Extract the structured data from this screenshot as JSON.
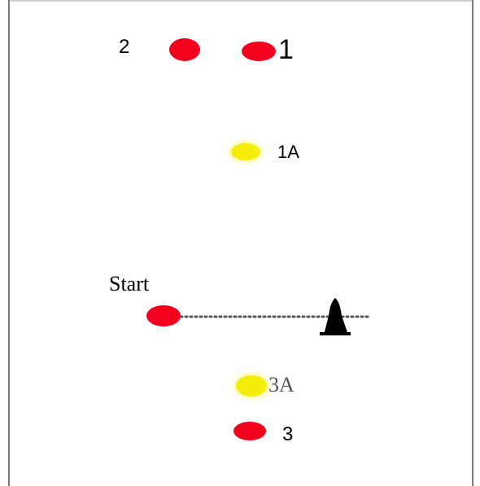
{
  "diagram": {
    "markers": [
      {
        "label": "2",
        "color": "#f2001d"
      },
      {
        "label": "1",
        "color": "#f2001d"
      },
      {
        "label": "1A",
        "color": "#f5ee0a"
      },
      {
        "label": "Start",
        "color": "#f2001d"
      },
      {
        "label": "3A",
        "color": "#f5ee0a"
      },
      {
        "label": "3",
        "color": "#f2001d"
      }
    ],
    "cone_icon": "cone-icon",
    "dotted_line_color": "#555555"
  }
}
